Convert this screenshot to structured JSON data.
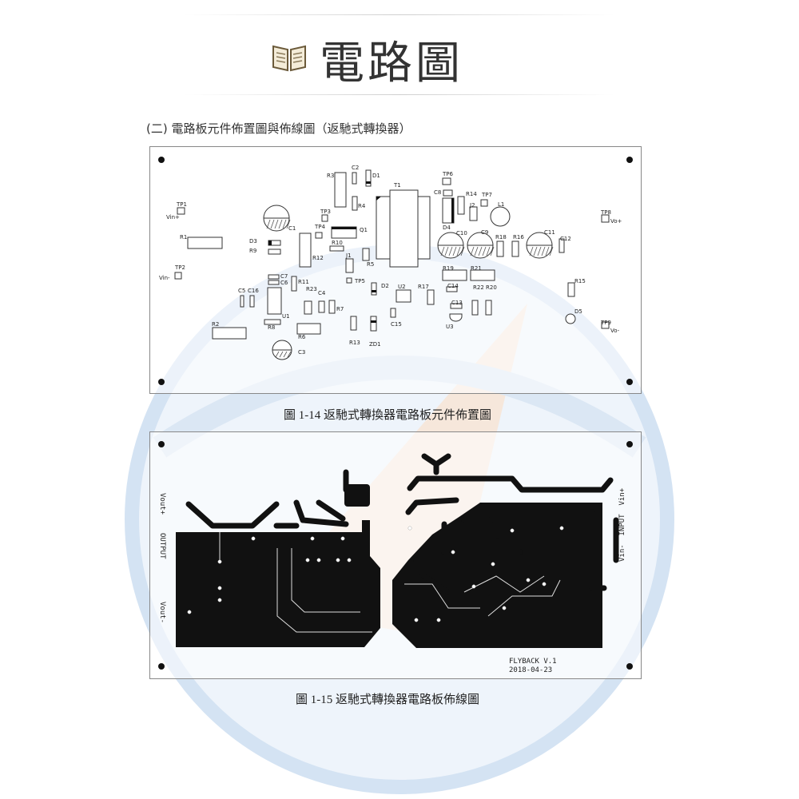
{
  "header": {
    "title": "電路圖",
    "icon": "book-icon"
  },
  "section": {
    "subtitle": "(二) 電路板元件佈置圖與佈線圖（返馳式轉換器）"
  },
  "figure_1": {
    "caption": "圖 1-14 返馳式轉換器電路板元件佈置圖",
    "labels": [
      "TP1",
      "Vin+",
      "R1",
      "TP2",
      "Vin-",
      "C1",
      "D3",
      "R9",
      "R3",
      "C2",
      "D1",
      "R4",
      "TP3",
      "TP4",
      "Q1",
      "R10",
      "R12",
      "J1",
      "R5",
      "TP5",
      "T1",
      "C7",
      "C6",
      "R11",
      "C5",
      "C16",
      "U1",
      "R8",
      "R23",
      "C4",
      "R7",
      "R13",
      "ZD1",
      "D2",
      "R6",
      "C3",
      "R2",
      "C15",
      "U2",
      "R17",
      "TP6",
      "C8",
      "D4",
      "R14",
      "TP7",
      "J2",
      "L1",
      "C10",
      "C9",
      "R18",
      "R16",
      "C11",
      "C12",
      "R19",
      "R21",
      "C14",
      "C13",
      "U3",
      "R22",
      "R20",
      "R15",
      "D5",
      "TP8",
      "Vo+",
      "TP9",
      "Vo-"
    ]
  },
  "figure_2": {
    "caption": "圖 1-15 返馳式轉換器電路板佈線圖",
    "output_labels": {
      "vout_plus": "Vout+",
      "output": "OUTPUT",
      "vout_minus": "Vout-"
    },
    "input_label": "Vin-  INPUT  Vin+",
    "board_name": "FLYBACK V.1",
    "board_date": "2018-04-23"
  },
  "colors": {
    "copper": "#111111",
    "watermark_blue": "#cfe0f2",
    "watermark_orange": "#f3c9a8"
  }
}
